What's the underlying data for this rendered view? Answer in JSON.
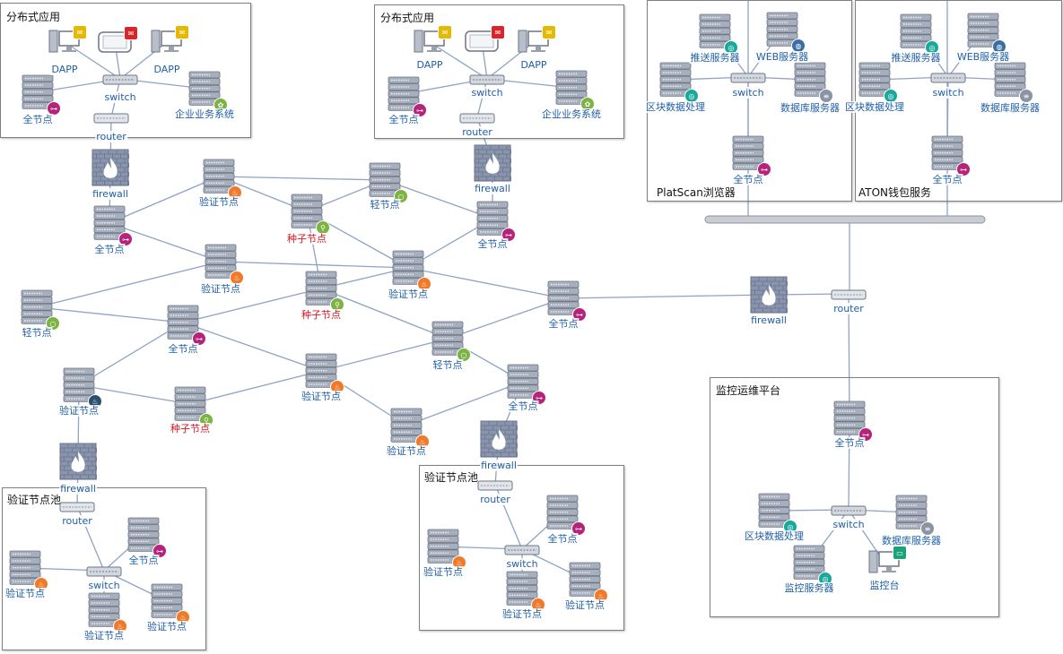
{
  "groups": {
    "app1": "分布式应用",
    "app2": "分布式应用",
    "platscan": "PlatScan浏览器",
    "aton": "ATON钱包服务",
    "monitor": "监控运维平台",
    "pool1": "验证节点池",
    "pool2": "验证节点池"
  },
  "labels": {
    "dapp": "DAPP",
    "switch": "switch",
    "router": "router",
    "firewall": "firewall",
    "full_node": "全节点",
    "validator": "验证节点",
    "light_node": "轻节点",
    "seed_node": "种子节点",
    "enterprise": "企业业务系统",
    "push_server": "推送服务器",
    "web_server": "WEB服务器",
    "block_processing": "区块数据处理",
    "db_server": "数据库服务器",
    "monitor_server": "监控服务器",
    "monitor_console": "监控台"
  },
  "colors": {
    "full_node_badge": "#b5247a",
    "validator_badge": "#f07a2a",
    "validator_dark_badge": "#2a5070",
    "light_node_badge": "#7cb342",
    "seed_node_badge": "#7cb342",
    "teal_badge": "#19a99a",
    "web_badge": "#3a6ea5",
    "monitor_badge": "#1aa37a",
    "red_device": "#d9262a",
    "gold_device": "#e6b800",
    "line": "#8ea3c6",
    "server_body": "#a7afbd"
  }
}
